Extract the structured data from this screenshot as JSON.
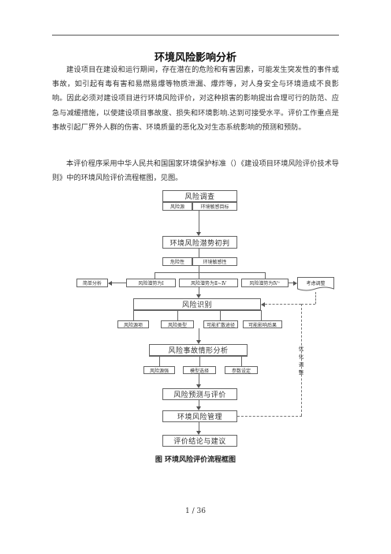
{
  "document": {
    "title": "环境风险影响分析",
    "paragraph1": "建设项目在建设和运行期间，存在潜在的危险和有害因素，可能发生突发性的事件或事故，如引起有毒有害和易燃易爆等物质泄漏、爆炸等，对人身安全与环境造成不良影响。因此必须对建设项目进行环境风险评价，对这种损害的影响提出合理可行的防范、应急与减缓措施，以使建设项目事故度、损失和环境影响.达到可接受水平。评价工作重点是事故引起厂界外人群的伤害、环境质量的恶化及对生态系统影响的预测和预防。",
    "paragraph2": "本评价程序采用中华人民共和国国家环境保护标准（）《建设项目环境风险评价技术导则》中的环境风险评价流程框图，见图。"
  },
  "flowchart": {
    "survey": "风险调查",
    "risk_source": "风险源",
    "env_sensitive": "环境敏感目标",
    "potential": "环境风险潜势初判",
    "hazard": "危险性",
    "sensitivity": "环境敏感性",
    "simple_analysis": "简单分析",
    "level_1": "风险潜势为Ⅰ",
    "level_2_4": "风险潜势为Ⅱ~Ⅳ",
    "level_4plus": "风险潜势为Ⅳ⁺",
    "consider_adjust": "考虑调整",
    "identification": "风险识别",
    "source_item": "风险源项",
    "risk_type": "风险类型",
    "pathway": "可能扩散途径",
    "affected": "可能影响后果",
    "scenario": "风险事故情形分析",
    "source_intensity": "风险源强",
    "model": "模型选择",
    "params": "参数设定",
    "prediction": "风险预测与评价",
    "management": "环境风险管理",
    "conclusion": "评价结论与建议",
    "optimize": "优化调整"
  },
  "caption": "图  环境风险评价流程框图",
  "page_number": "1 / 36"
}
